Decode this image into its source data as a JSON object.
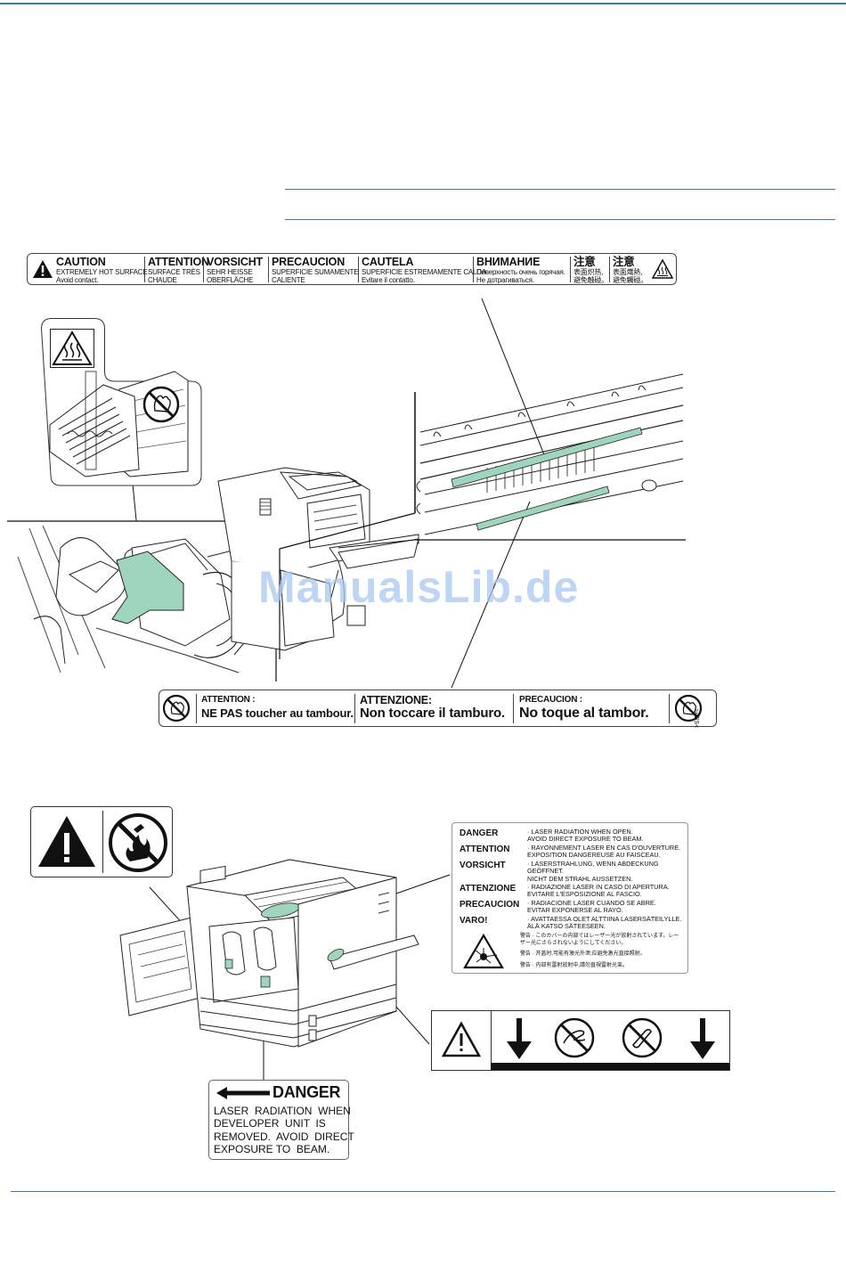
{
  "caution_label": {
    "columns": [
      {
        "heading": "CAUTION",
        "text": [
          "EXTREMELY HOT SURFACE",
          "Avoid contact."
        ]
      },
      {
        "heading": "ATTENTION",
        "text": [
          "SURFACE TRÈS",
          "CHAUDE"
        ]
      },
      {
        "heading": "VORSICHT",
        "text": [
          "SEHR HEISSE",
          "OBERFLÄCHE"
        ]
      },
      {
        "heading": "PRECAUCION",
        "text": [
          "SUPERFICIE SUMAMENTE",
          "CALIENTE"
        ]
      },
      {
        "heading": "CAUTELA",
        "text": [
          "SUPERFICIE ESTREMAMENTE CALDA",
          "Evitare il contatto."
        ]
      },
      {
        "heading": "ВНИМАНИЕ",
        "text": [
          "Поверхность очень горячая.",
          "Не дотрагиваться."
        ]
      },
      {
        "heading": "注意",
        "text": [
          "表面炽热,",
          "避免触碰。"
        ]
      },
      {
        "heading": "注意",
        "text": [
          "表面熾熱,",
          "避免觸碰。"
        ]
      }
    ]
  },
  "drum_label": {
    "columns": [
      {
        "heading": "ATTENTION :",
        "text": "NE PAS toucher au tambour."
      },
      {
        "heading": "ATTENZIONE:",
        "text": "Non toccare il tamburo."
      },
      {
        "heading": "PRECAUCION :",
        "text": "No toque al tambor."
      }
    ],
    "code": ">ABS<"
  },
  "watermark": "ManualsLib.de",
  "laser_label": {
    "rows": [
      {
        "key": "DANGER",
        "text": [
          "· LASER RADIATION WHEN OPEN.",
          "  AVOID DIRECT EXPOSURE TO BEAM."
        ]
      },
      {
        "key": "ATTENTION",
        "text": [
          "· RAYONNEMENT LASER EN CAS D'OUVERTURE.",
          "  EXPOSITION DANGEREUSE AU FAISCEAU."
        ]
      },
      {
        "key": "VORSICHT",
        "text": [
          "· LASERSTRAHLUNG, WENN ABDECKUNG",
          "  GEÖFFNET.",
          "  NICHT DEM STRAHL AUSSETZEN."
        ]
      },
      {
        "key": "ATTENZIONE",
        "text": [
          "· RADIAZIONE LASER IN CASO DI APERTURA.",
          "  EVITARE L'ESPOSIZIONE AL FASCIO."
        ]
      },
      {
        "key": "PRECAUCION",
        "text": [
          "· RADIACIONE LASER CUANDO SE ABRE.",
          "  EVITAR EXPONERSE AL RAYO."
        ]
      },
      {
        "key": "VARO!",
        "text": [
          "· AVATTAESSA OLET ALTTIINA LASERSÄTEILYLLE.",
          "  ÄLÄ KATSO SÄTEESEEN."
        ]
      }
    ],
    "asian_lines": [
      "警告 · このカバーの内部ではレーザー光が放射されています。レーザー光にさらされないようにしてください。",
      "警告 · 开盖时,可能有激光外泄;应避免激光直接照射。",
      "警告 · 内部有雷射放射中,請勿直視雷射光束。"
    ]
  },
  "developer_label": {
    "heading": "DANGER",
    "lines": [
      "LASER  RADIATION  WHEN",
      "DEVELOPER  UNIT  IS",
      "REMOVED.  AVOID  DIRECT",
      "EXPOSURE TO  BEAM."
    ]
  }
}
